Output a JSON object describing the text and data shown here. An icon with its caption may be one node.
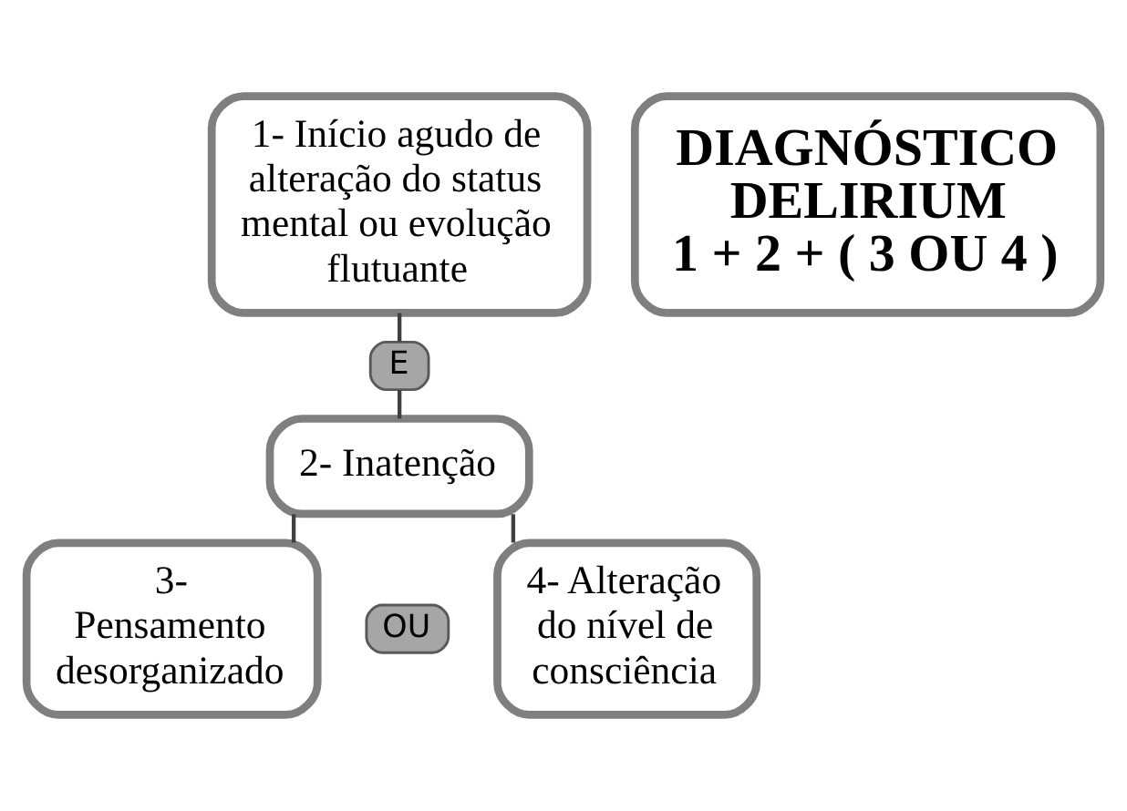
{
  "diagram": {
    "nodes": [
      {
        "text": [
          "1- Início agudo de alteração do status mental ou evolução flutuante"
        ]
      },
      {
        "text": [
          "DIAGNÓSTICO DELIRIUM",
          "1 + 2 + ( 3 OU 4 )"
        ]
      },
      {
        "text": [
          "E"
        ]
      },
      {
        "text": [
          "2- Inatenção"
        ]
      },
      {
        "text": [
          "3- Pensamento desorganizado"
        ]
      },
      {
        "text": [
          "OU"
        ]
      },
      {
        "text": [
          "4- Alteração do nível de consciência"
        ]
      }
    ],
    "edges": [
      {
        "from": 0,
        "to": 2,
        "arrow": "none"
      },
      {
        "from": 2,
        "to": 3,
        "arrow": "none"
      },
      {
        "from": 3,
        "to": 4,
        "arrow": "none"
      },
      {
        "from": 3,
        "to": 6,
        "arrow": "none"
      }
    ]
  }
}
